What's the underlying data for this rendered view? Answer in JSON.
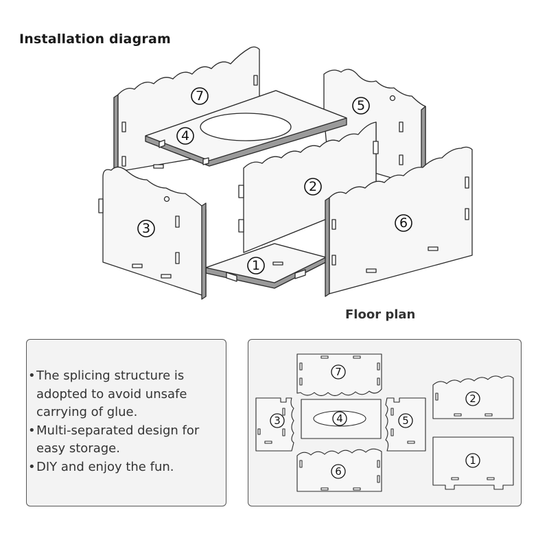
{
  "title": "Installation diagram",
  "floor_plan_title": "Floor plan",
  "notes": [
    "The splicing structure is adopted to avoid unsafe carrying of glue.",
    "Multi-separated design for easy storage.",
    "DIY and enjoy the fun."
  ],
  "note_bullet": "•",
  "parts": {
    "p1": "1",
    "p2": "2",
    "p3": "3",
    "p4": "4",
    "p5": "5",
    "p6": "6",
    "p7": "7"
  },
  "colors": {
    "panel_fill": "#f7f7f7",
    "edge": "#9a9a9a",
    "outline": "#2a2a2a",
    "box_bg": "#f3f3f3"
  }
}
